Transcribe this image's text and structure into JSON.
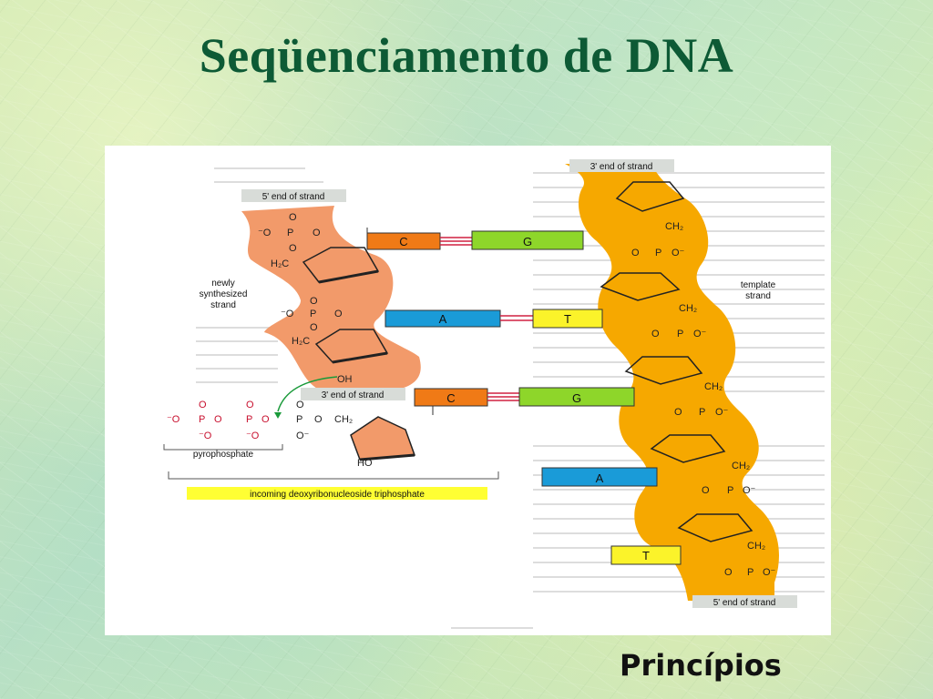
{
  "slide": {
    "title": "Seqüenciamento de DNA",
    "footer": "Princípios"
  },
  "diagram": {
    "labels": {
      "five_end_top": "5' end of strand",
      "three_end_left": "3' end of strand",
      "three_end_top_right": "3' end of strand",
      "five_end_bottom_right": "5' end of strand",
      "newly_synthesized": [
        "newly",
        "synthesized",
        "strand"
      ],
      "template": [
        "template",
        "strand"
      ],
      "pyrophosphate": "pyrophosphate",
      "incoming": "incoming deoxyribonucleoside triphosphate"
    },
    "bases": {
      "c1": "C",
      "g1": "G",
      "a1": "A",
      "t1": "T",
      "c2": "C",
      "g2": "G",
      "a2": "A",
      "t2": "T"
    },
    "chem": {
      "o": "O",
      "ominus": "⁻O",
      "p": "P",
      "ch2": "CH₂",
      "h2c": "H₂C",
      "oh": "OH",
      "ho": "HO",
      "ominus_r": "O⁻"
    },
    "colors": {
      "new_strand": "#f29a6a",
      "template_strand": "#f6a800",
      "C": "#f07a16",
      "G": "#8ed62a",
      "A": "#1a9bd8",
      "T": "#fbf32a",
      "label_box": "#d8dcd8",
      "highlight": "#ffff33",
      "title": "#0d5a35"
    }
  }
}
